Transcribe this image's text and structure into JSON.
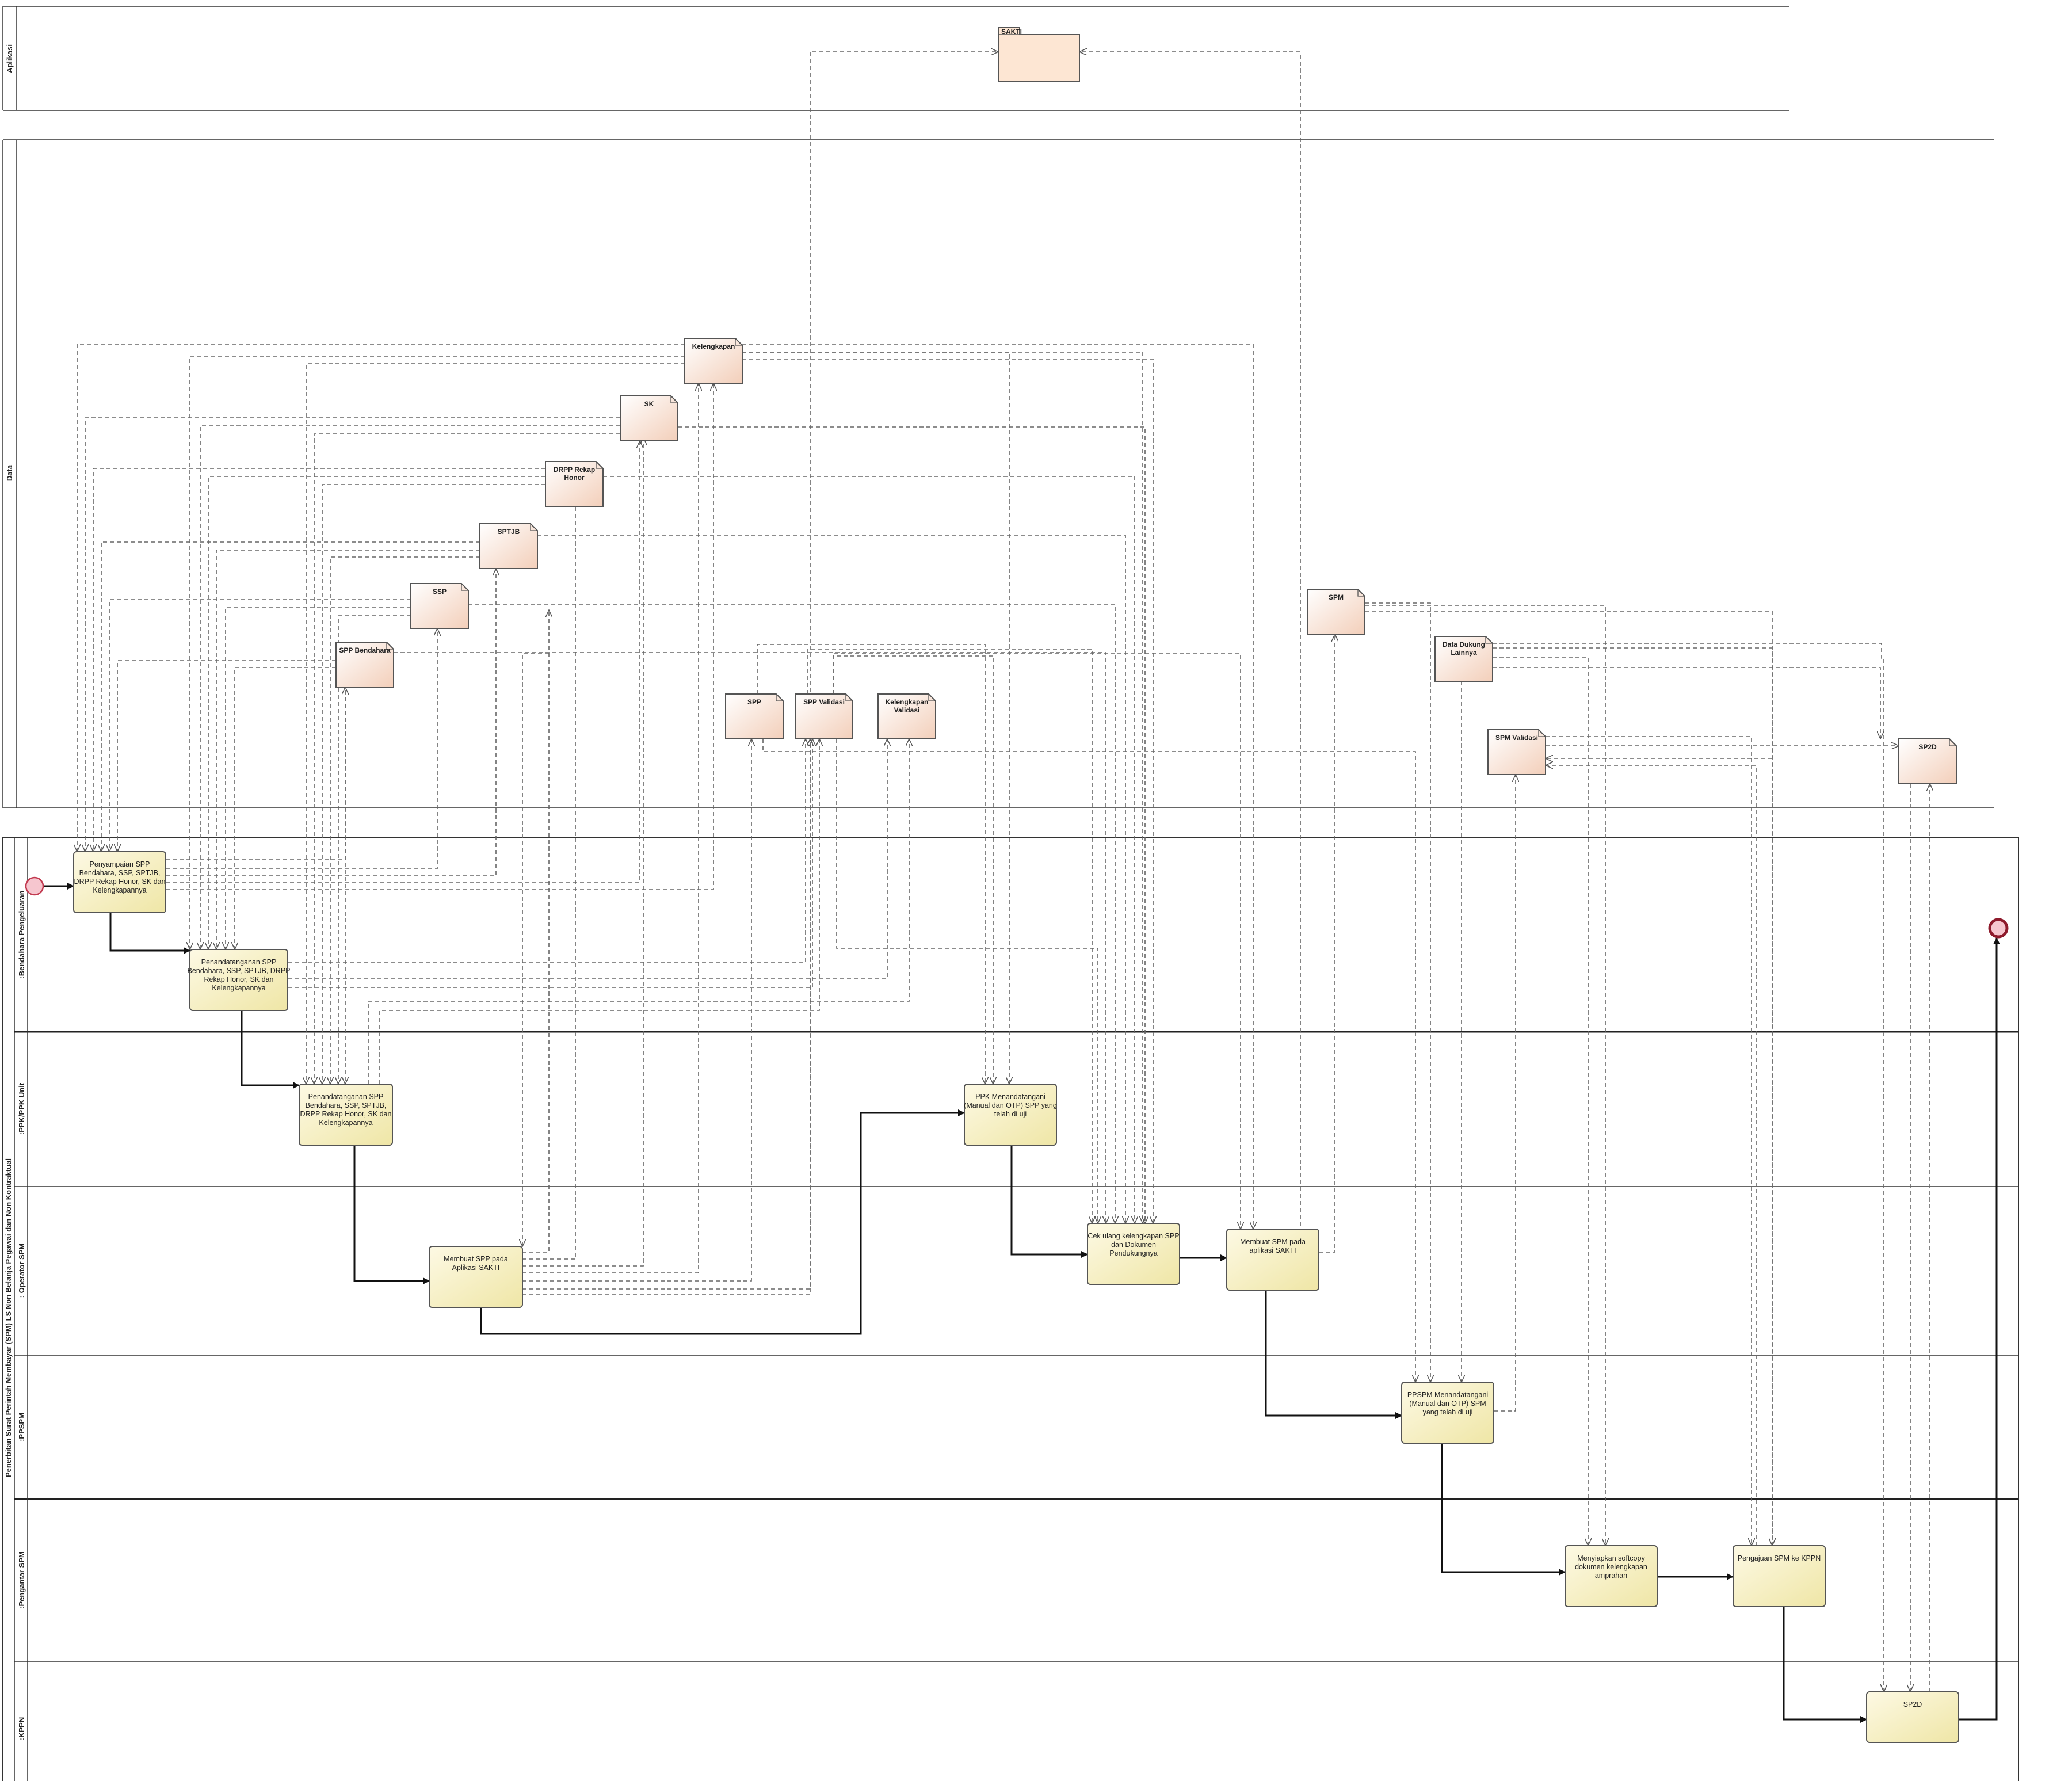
{
  "pools": {
    "aplikasi": "Aplikasi",
    "data": "Data",
    "process": "Penerbitan Surat Perintah Membayar (SPM) LS Non Belanja Pegawai dan Non Kontraktual"
  },
  "lanes": [
    {
      "id": "bendahara",
      "label": ":Bendahara Pengeluaran"
    },
    {
      "id": "ppk",
      "label": ":PPK/PPK Unit"
    },
    {
      "id": "operator",
      "label": ": Operator SPM"
    },
    {
      "id": "ppspm",
      "label": ":PPSPM"
    },
    {
      "id": "pengantar",
      "label": ":Pengantar SPM"
    },
    {
      "id": "kppn",
      "label": ":KPPN"
    }
  ],
  "application": {
    "label": "SAKTI"
  },
  "data_objects": [
    {
      "id": "kelengkapan",
      "label": [
        "Kelengkapan"
      ]
    },
    {
      "id": "sk",
      "label": [
        "SK"
      ]
    },
    {
      "id": "drpp",
      "label": [
        "DRPP Rekap",
        "Honor"
      ]
    },
    {
      "id": "sptjb",
      "label": [
        "SPTJB"
      ]
    },
    {
      "id": "ssp",
      "label": [
        "SSP"
      ]
    },
    {
      "id": "sppb",
      "label": [
        "SPP Bendahara"
      ]
    },
    {
      "id": "spp",
      "label": [
        "SPP"
      ]
    },
    {
      "id": "sppv",
      "label": [
        "SPP Validasi"
      ]
    },
    {
      "id": "kelv",
      "label": [
        "Kelengkapan",
        "Validasi"
      ]
    },
    {
      "id": "spm",
      "label": [
        "SPM"
      ]
    },
    {
      "id": "ddl",
      "label": [
        "Data Dukung",
        "Lainnya"
      ]
    },
    {
      "id": "spmv",
      "label": [
        "SPM Validasi"
      ]
    },
    {
      "id": "sp2dd",
      "label": [
        "SP2D"
      ]
    }
  ],
  "tasks": [
    {
      "id": "t1",
      "label": [
        "Penyampaian SPP",
        "Bendahara, SSP, SPTJB,",
        "DRPP Rekap Honor, SK dan",
        "Kelengkapannya"
      ]
    },
    {
      "id": "t2",
      "label": [
        "Penandatanganan SPP",
        "Bendahara, SSP, SPTJB, DRPP",
        "Rekap Honor, SK dan",
        "Kelengkapannya"
      ]
    },
    {
      "id": "t3",
      "label": [
        "Penandatanganan SPP",
        "Bendahara, SSP, SPTJB,",
        "DRPP Rekap Honor, SK dan",
        "Kelengkapannya"
      ]
    },
    {
      "id": "t4",
      "label": [
        "Membuat SPP pada",
        "Aplikasi SAKTI"
      ]
    },
    {
      "id": "t5",
      "label": [
        "PPK Menandatangani",
        "(Manual dan OTP) SPP yang",
        "telah di uji"
      ]
    },
    {
      "id": "t6",
      "label": [
        "Cek ulang kelengkapan SPP",
        "dan Dokumen",
        "Pendukungnya"
      ]
    },
    {
      "id": "t7",
      "label": [
        "Membuat SPM pada",
        "aplikasi SAKTI"
      ]
    },
    {
      "id": "t8",
      "label": [
        "PPSPM Menandatangani",
        "(Manual dan OTP) SPM",
        "yang telah di uji"
      ]
    },
    {
      "id": "t9",
      "label": [
        "Menyiapkan softcopy",
        "dokumen kelengkapan",
        "amprahan"
      ]
    },
    {
      "id": "t10",
      "label": [
        "Pengajuan SPM ke KPPN"
      ]
    },
    {
      "id": "t11",
      "label": [
        "SP2D"
      ]
    }
  ]
}
